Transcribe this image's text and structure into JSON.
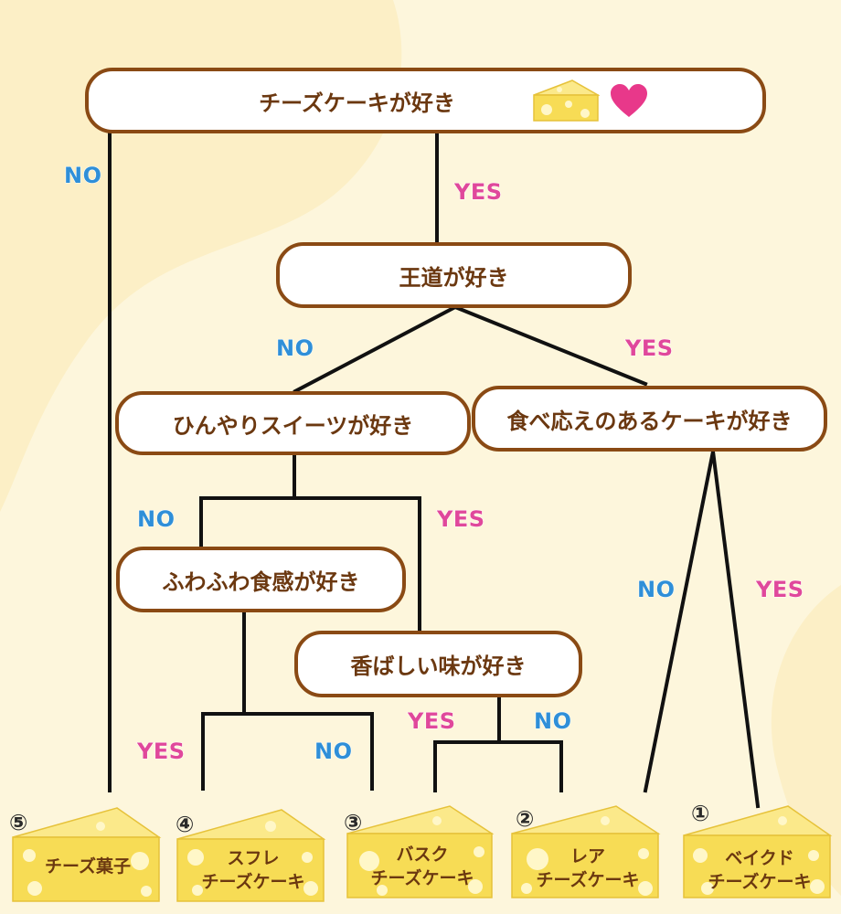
{
  "questions": {
    "q1": "チーズケーキが好き",
    "q2": "王道が好き",
    "q3": "ひんやりスイーツが好き",
    "q4": "食べ応えのあるケーキが好き",
    "q5": "ふわふわ食感が好き",
    "q6": "香ばしい味が好き"
  },
  "labels": {
    "yes": "YES",
    "no": "NO"
  },
  "results": [
    {
      "num": "⑤",
      "line1": "チーズ菓子",
      "line2": ""
    },
    {
      "num": "④",
      "line1": "スフレ",
      "line2": "チーズケーキ"
    },
    {
      "num": "③",
      "line1": "バスク",
      "line2": "チーズケーキ"
    },
    {
      "num": "②",
      "line1": "レア",
      "line2": "チーズケーキ"
    },
    {
      "num": "①",
      "line1": "ベイクド",
      "line2": "チーズケーキ"
    }
  ],
  "icons": [
    "cheese-icon",
    "heart-icon"
  ],
  "colors": {
    "background": "#fdf6dc",
    "border": "#8a4a14",
    "text": "#6b3810",
    "yes": "#e0489b",
    "no": "#2f8fd8",
    "cheese": "#f7dc55",
    "heart": "#e8388a"
  }
}
